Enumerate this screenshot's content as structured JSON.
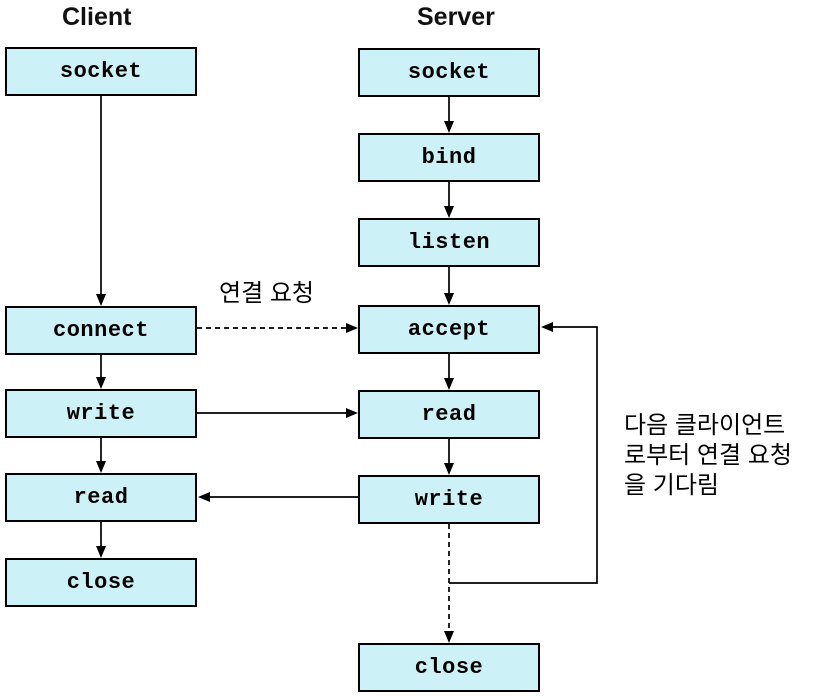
{
  "diagram": {
    "client": {
      "title": "Client",
      "steps": [
        "socket",
        "connect",
        "write",
        "read",
        "close"
      ]
    },
    "server": {
      "title": "Server",
      "steps": [
        "socket",
        "bind",
        "listen",
        "accept",
        "read",
        "write",
        "close"
      ]
    },
    "annotations": {
      "connection_request": "연결 요청",
      "wait_for_next_client_lines": [
        "다음 클라이언트",
        "로부터 연결 요청",
        "을 기다림"
      ]
    },
    "colors": {
      "box_fill": "#ccf2f7",
      "box_border": "#000000",
      "line": "#000000"
    }
  }
}
